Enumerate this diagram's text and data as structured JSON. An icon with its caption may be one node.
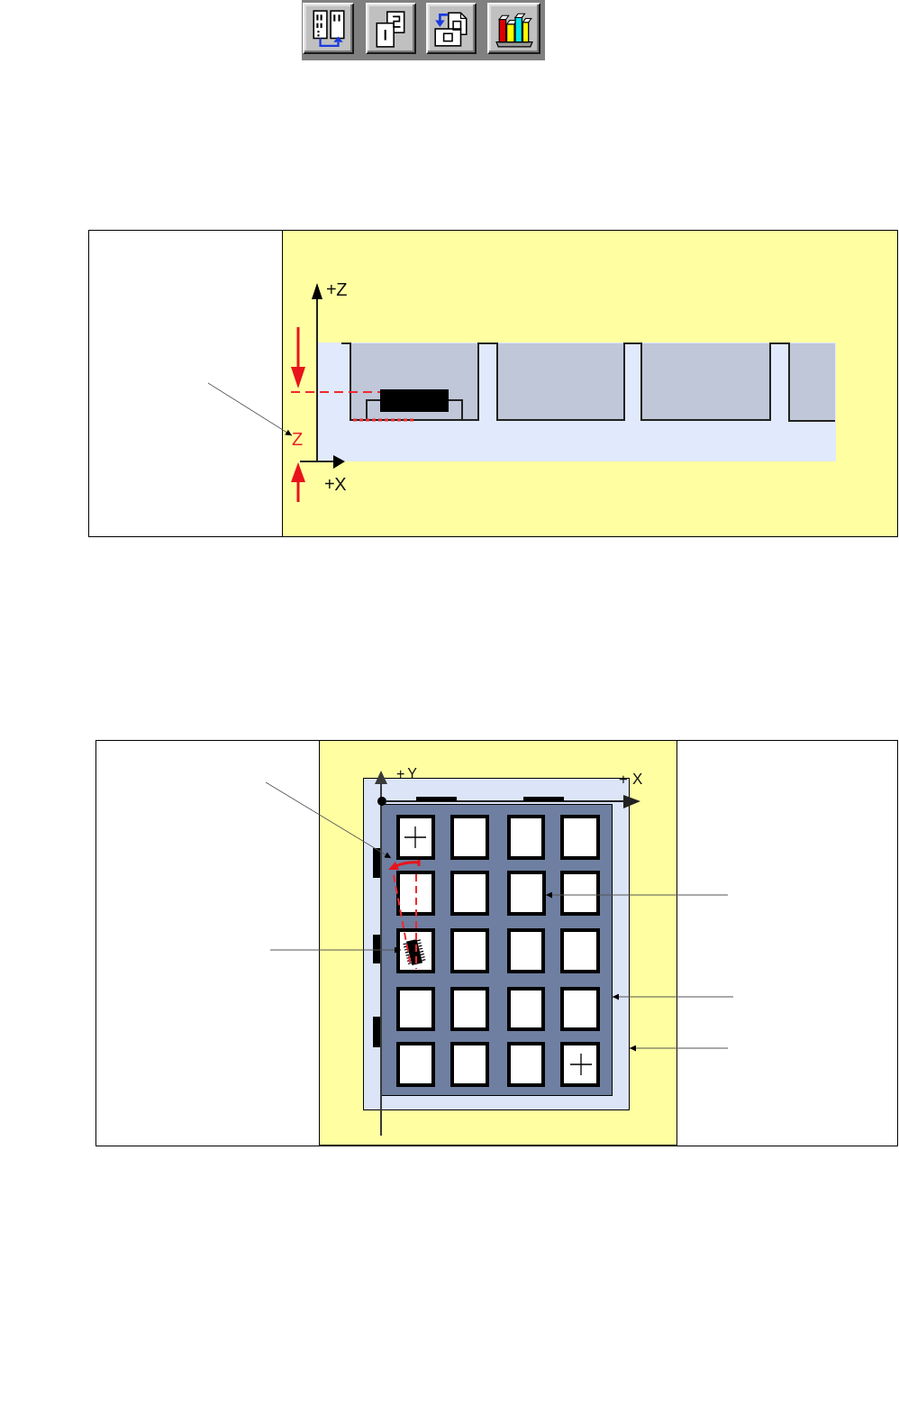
{
  "diagram": {
    "nodes": [
      {
        "text": [
          "Z"
        ]
      },
      {
        "text": [],
        "shape": "box"
      },
      {
        "text": [],
        "shape": "box",
        "in": 1
      },
      {
        "text": [],
        "shape": "arc",
        "in": 2
      },
      {
        "text": [],
        "shape": "picture",
        "in": 2
      },
      {
        "text": [],
        "shape": "box",
        "in": 2
      }
    ],
    "edges": [
      {
        "from": null,
        "to": 0,
        "arrow": "to"
      },
      {
        "from": null,
        "to": 3,
        "arrow": "to"
      },
      {
        "from": null,
        "to": 4,
        "arrow": "to"
      },
      {
        "from": null,
        "to": 5,
        "arrow": "to"
      },
      {
        "from": null,
        "to": 2,
        "arrow": "to"
      },
      {
        "from": null,
        "to": 1,
        "arrow": "to"
      }
    ],
    "labels": [
      "+Z",
      "+X",
      "+Y",
      "+X"
    ]
  }
}
